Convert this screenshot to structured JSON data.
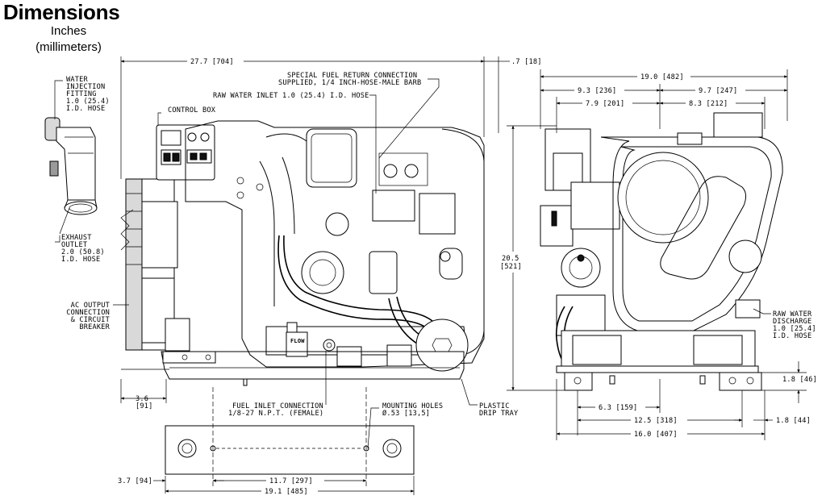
{
  "header": {
    "title": "Dimensions",
    "units_line1": "Inches",
    "units_line2": "(millimeters)"
  },
  "callouts": {
    "water_injection": [
      "WATER",
      "INJECTION",
      "FITTING",
      "1.0 (25.4)",
      "I.D. HOSE"
    ],
    "exhaust_outlet": [
      "EXHAUST",
      "OUTLET",
      "2.0 (50.8)",
      "I.D. HOSE"
    ],
    "ac_output": [
      "AC OUTPUT",
      "CONNECTION",
      "& CIRCUIT",
      "BREAKER"
    ],
    "control_box": "CONTROL BOX",
    "fuel_return": [
      "SPECIAL FUEL RETURN CONNECTION",
      "SUPPLIED, 1/4 INCH-HOSE-MALE BARB"
    ],
    "raw_water_inlet": "RAW WATER INLET 1.0 (25.4) I.D. HOSE",
    "fuel_inlet": [
      "FUEL INLET CONNECTION",
      "1/8-27 N.P.T. (FEMALE)"
    ],
    "mounting_holes": [
      "MOUNTING HOLES",
      "Ø.53 [13,5]"
    ],
    "drip_tray": [
      "PLASTIC",
      "DRIP TRAY"
    ],
    "raw_water_discharge": [
      "RAW WATER",
      "DISCHARGE",
      "1.0 [25.4]",
      "I.D. HOSE"
    ],
    "flow_label": "FLOW"
  },
  "dimensions": {
    "overall_length": "27.7 [704]",
    "front_offset": ".7 [18]",
    "tray_offset": "3.6",
    "tray_offset_mm": "[91]",
    "base_inset": "3.7 [94]",
    "hole_spacing": "11.7 [297]",
    "base_length": "19.1 [485]",
    "overall_width": "19.0 [482]",
    "left_width": "9.3 [236]",
    "right_width": "9.7 [247]",
    "left_inner": "7.9 [201]",
    "right_inner": "8.3 [212]",
    "height": "20.5",
    "height_mm": "[521]",
    "foot_height": "1.8 [46]",
    "foot_center": "6.3 [159]",
    "foot_spacing": "12.5 [318]",
    "foot_offset": "1.8 [44]",
    "base_width": "16.0 [407]"
  }
}
